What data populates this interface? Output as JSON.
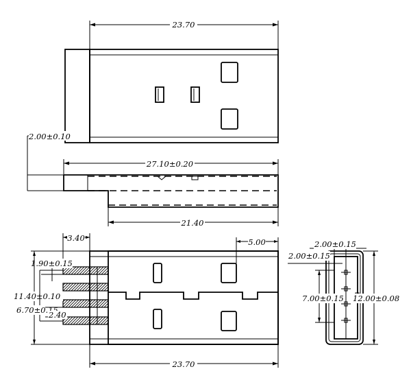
{
  "dimensions": {
    "top_width": "23.70",
    "offset_height": "2.00±0.10",
    "overall_length": "27.10±0.20",
    "shell_length": "21.40",
    "contact_extension": "3.40",
    "tab_offset": "5.00",
    "contact_width": "1.90±0.15",
    "housing_height": "11.40±0.10",
    "contact_pitch": "6.70±0.15",
    "contact_pitch_small": "2.40",
    "bottom_width": "23.70",
    "end_top": "2.00±0.15",
    "end_side": "2.00±0.15",
    "end_inner": "7.00±0.15",
    "end_outer": "12.00±0.08"
  }
}
